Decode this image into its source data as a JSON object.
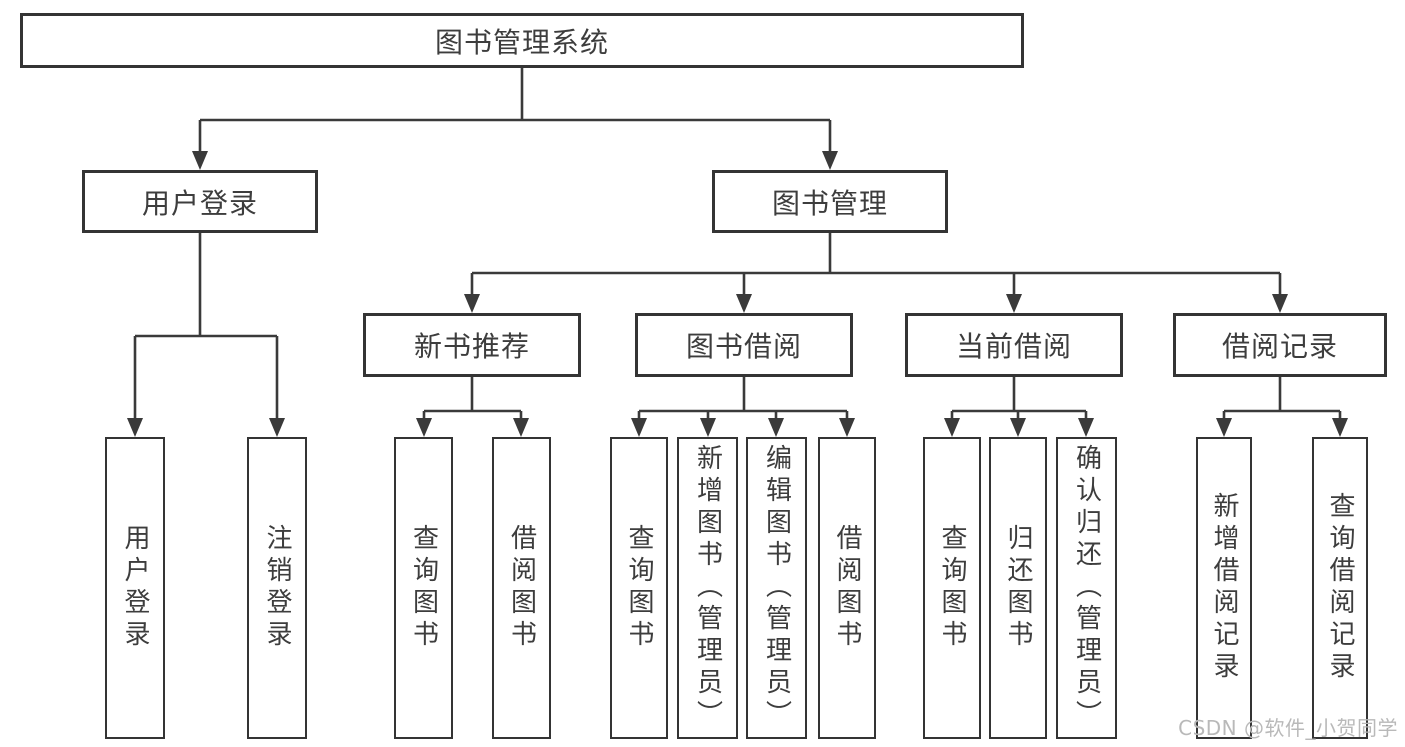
{
  "diagram": {
    "root": {
      "label": "图书管理系统"
    },
    "level2": [
      {
        "label": "用户登录"
      },
      {
        "label": "图书管理"
      }
    ],
    "level3": [
      {
        "label": "新书推荐"
      },
      {
        "label": "图书借阅"
      },
      {
        "label": "当前借阅"
      },
      {
        "label": "借阅记录"
      }
    ],
    "leaves": [
      {
        "label": "用户登录"
      },
      {
        "label": "注销登录"
      },
      {
        "label": "查询图书"
      },
      {
        "label": "借阅图书"
      },
      {
        "label": "查询图书"
      },
      {
        "label": "新增图书（管理员）"
      },
      {
        "label": "编辑图书（管理员）"
      },
      {
        "label": "借阅图书"
      },
      {
        "label": "查询图书"
      },
      {
        "label": "归还图书"
      },
      {
        "label": "确认归还（管理员）"
      },
      {
        "label": "新增借阅记录"
      },
      {
        "label": "查询借阅记录"
      }
    ]
  },
  "watermark": {
    "text": "CSDN @软件_小贺同学"
  },
  "colors": {
    "line": "#3a3a3a",
    "border": "#343434",
    "text": "#3d3d3d",
    "watermark": "#b9b9b9",
    "background": "#ffffff"
  }
}
